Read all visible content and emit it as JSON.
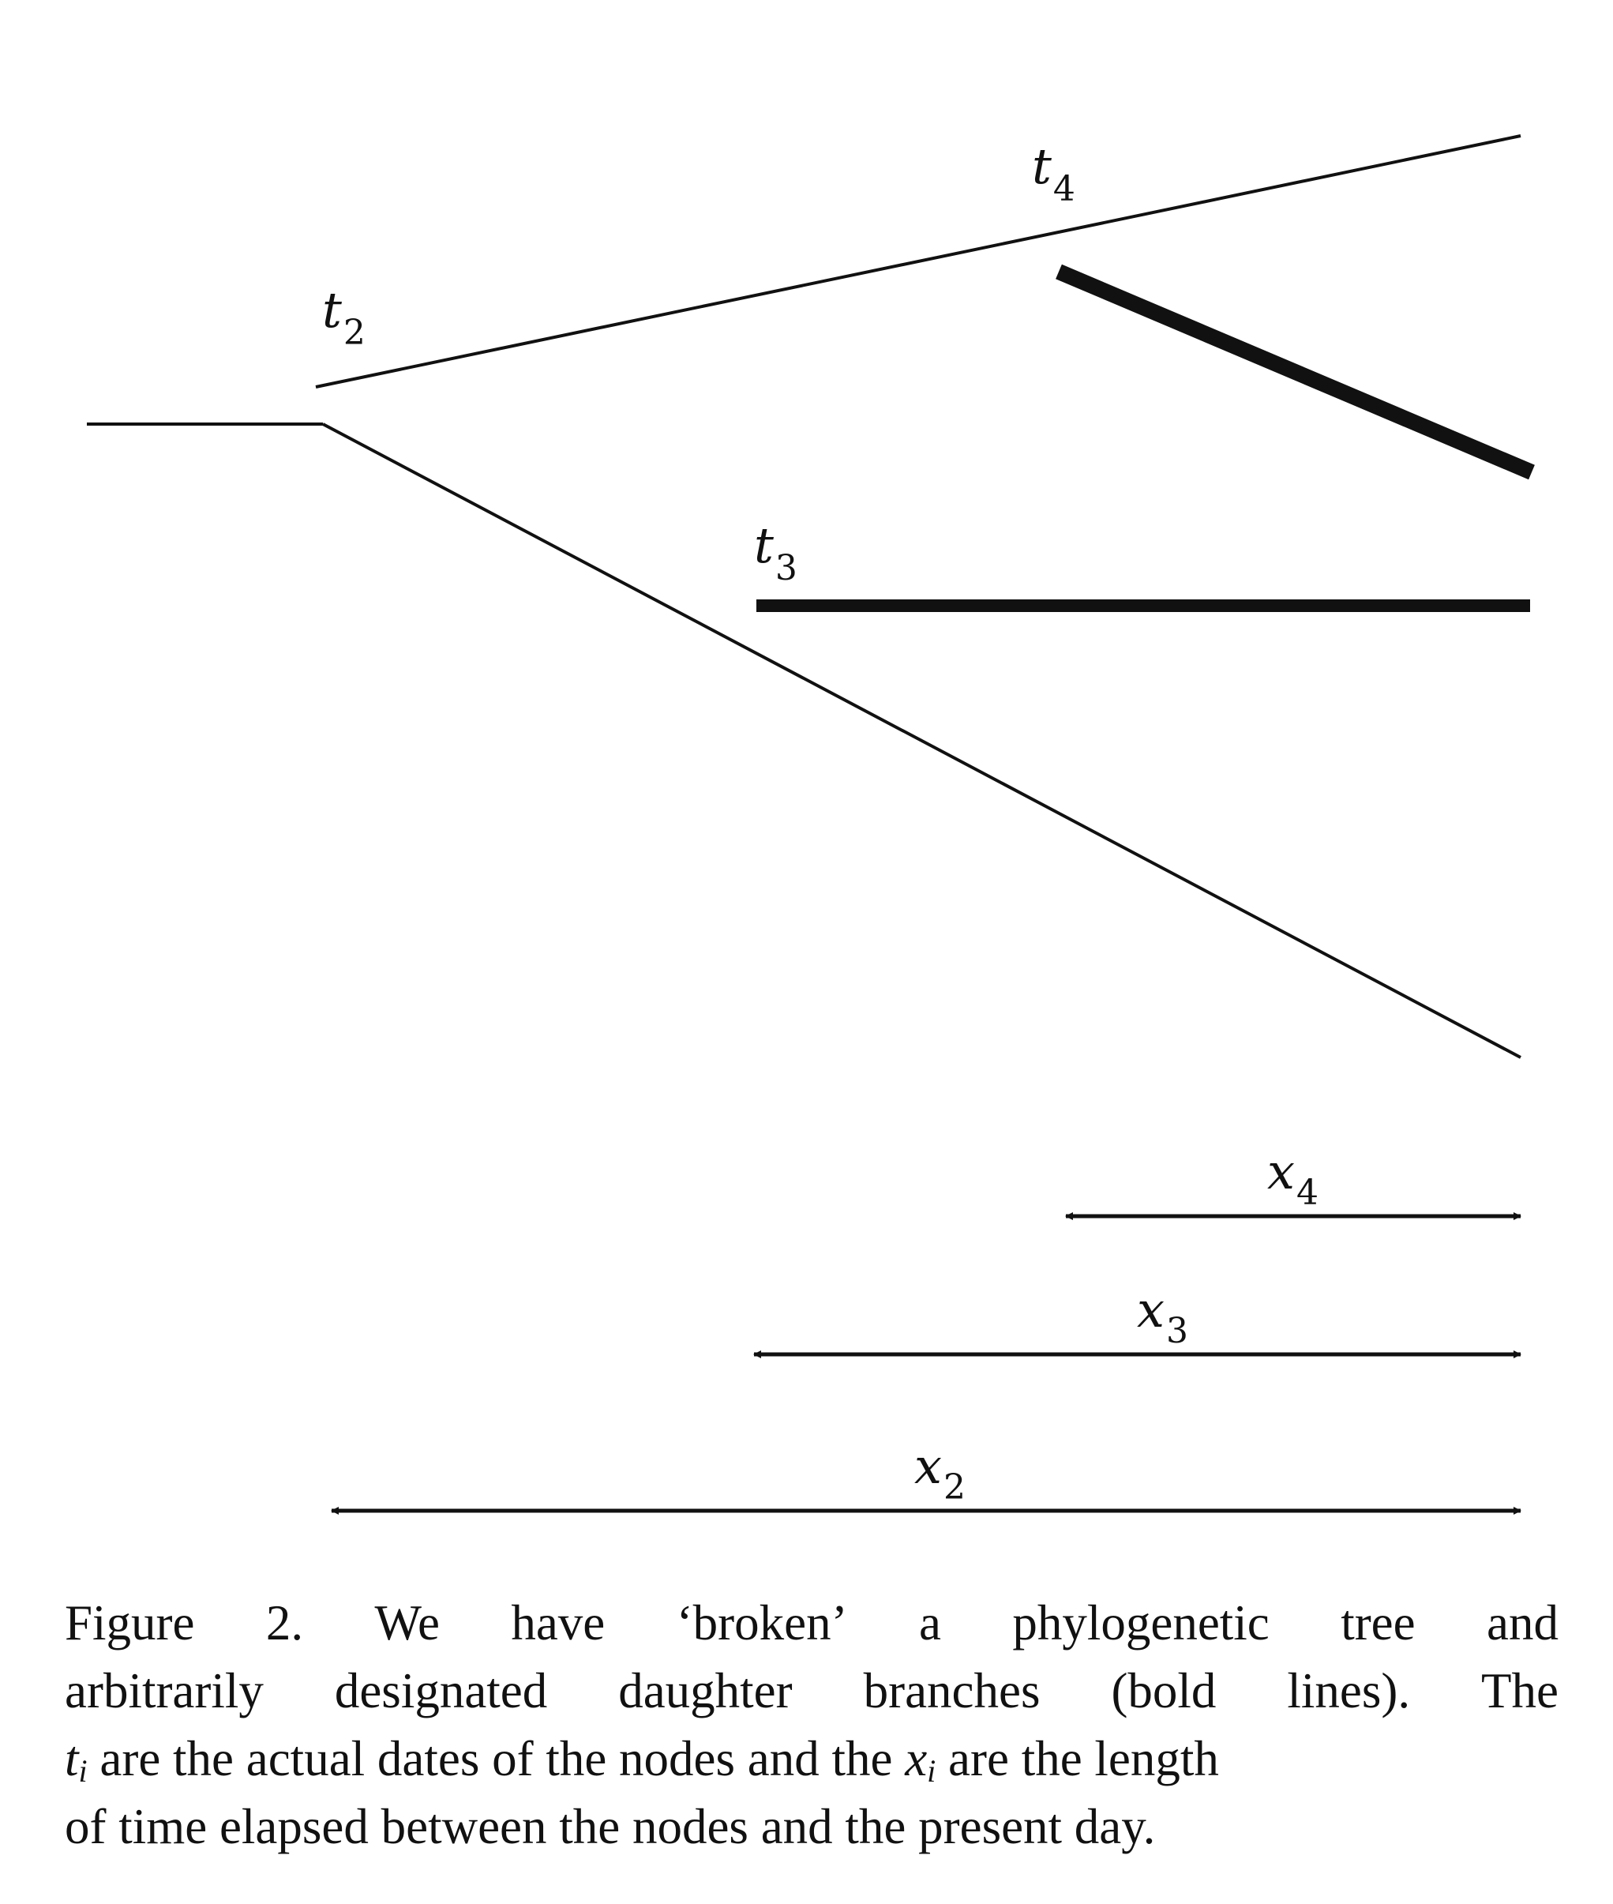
{
  "figure": {
    "nodes": [
      {
        "letter": "t",
        "sub": "2"
      },
      {
        "letter": "t",
        "sub": "3"
      },
      {
        "letter": "t",
        "sub": "4"
      }
    ],
    "intervals": [
      {
        "letter": "x",
        "sub": "4"
      },
      {
        "letter": "x",
        "sub": "3"
      },
      {
        "letter": "x",
        "sub": "2"
      }
    ]
  },
  "caption": {
    "line1_words": [
      "Figure",
      "2.",
      "We",
      "have",
      "‘broken’",
      "a",
      "phylogenetic",
      "tree",
      "and"
    ],
    "line2_words": [
      "arbitrarily",
      "designated",
      "daughter",
      "branches",
      "(bold",
      "lines).",
      "The"
    ],
    "line3_var1_letter": "t",
    "line3_var1_sub": "i",
    "line3_mid": " are the actual dates of the nodes and the ",
    "line3_var2_letter": "x",
    "line3_var2_sub": "i",
    "line3_end": " are the length",
    "line4": "of time elapsed between the nodes and the present day."
  }
}
